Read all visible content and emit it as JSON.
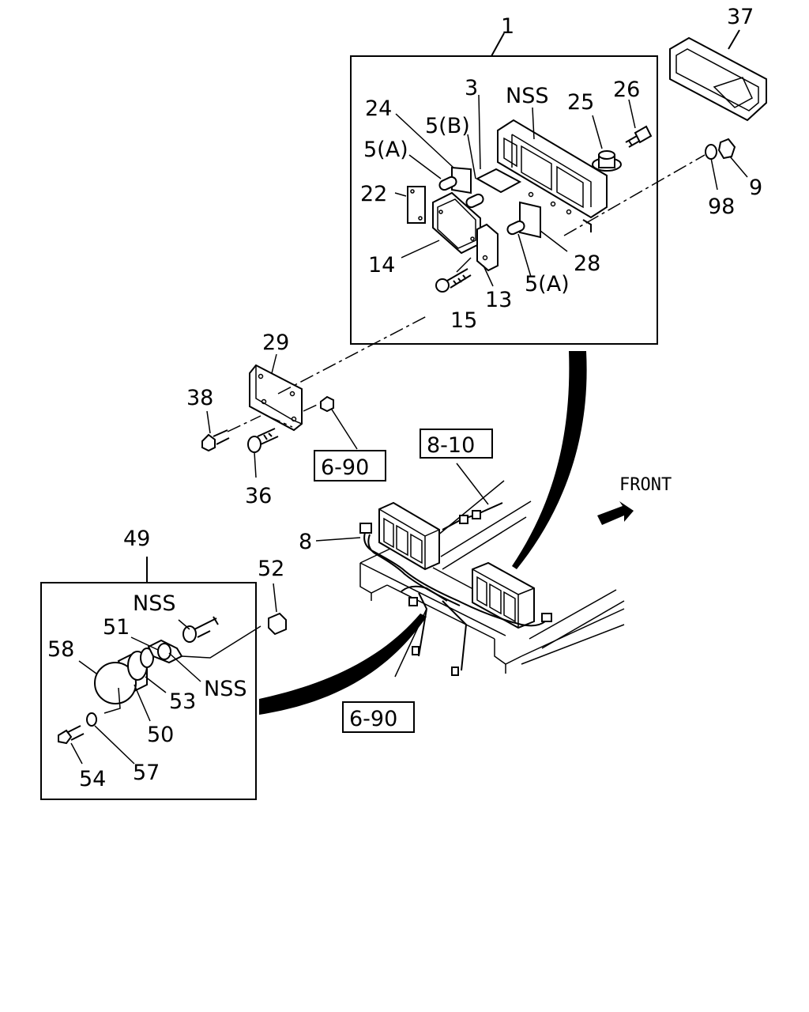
{
  "labels": {
    "p1": "1",
    "p37": "37",
    "p3": "3",
    "nss_top": "NSS",
    "p25": "25",
    "p26": "26",
    "p24": "24",
    "p5b": "5(B)",
    "p5a_left": "5(A)",
    "p22": "22",
    "p14": "14",
    "p13": "13",
    "p15": "15",
    "p5a_right": "5(A)",
    "p28": "28",
    "p98": "98",
    "p9": "9",
    "p29": "29",
    "p38": "38",
    "p36": "36",
    "ref_690_top": "6-90",
    "ref_810": "8-10",
    "front": "FRONT",
    "p8": "8",
    "p49": "49",
    "p52": "52",
    "nss_bulb": "NSS",
    "p51": "51",
    "p58": "58",
    "p53": "53",
    "nss_right": "NSS",
    "p50": "50",
    "p54": "54",
    "p57": "57",
    "ref_690_bottom": "6-90"
  }
}
